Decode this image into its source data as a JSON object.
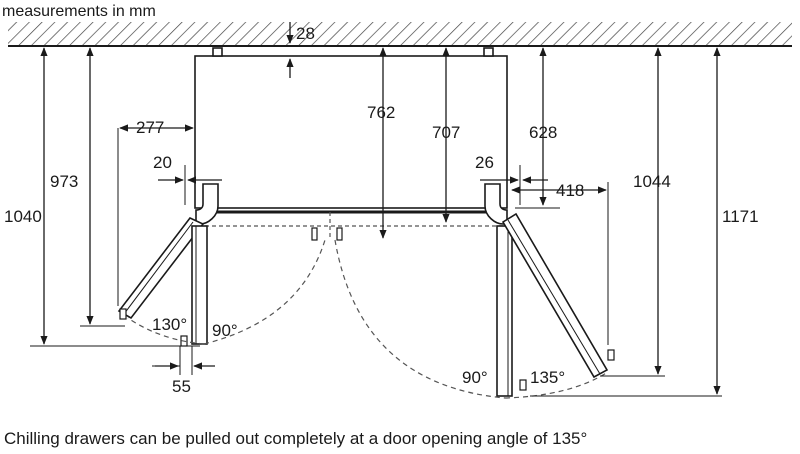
{
  "header": {
    "units_note": "measurements in mm"
  },
  "caption": "Chilling drawers can be pulled out completely at a door opening angle of 135°",
  "dimensions": {
    "wall_gap": "28",
    "depth_762": "762",
    "depth_707": "707",
    "depth_628": "628",
    "depth_1044": "1044",
    "depth_1171": "1171",
    "depth_1040": "1040",
    "depth_973": "973",
    "side_277": "277",
    "side_418": "418",
    "offset_20": "20",
    "offset_26": "26",
    "offset_55": "55"
  },
  "angles": {
    "left_open": "130°",
    "left_right_angle": "90°",
    "right_right_angle": "90°",
    "right_open": "135°"
  },
  "colors": {
    "line": "#1a1a1a",
    "hatch": "#333333",
    "background": "#ffffff"
  }
}
